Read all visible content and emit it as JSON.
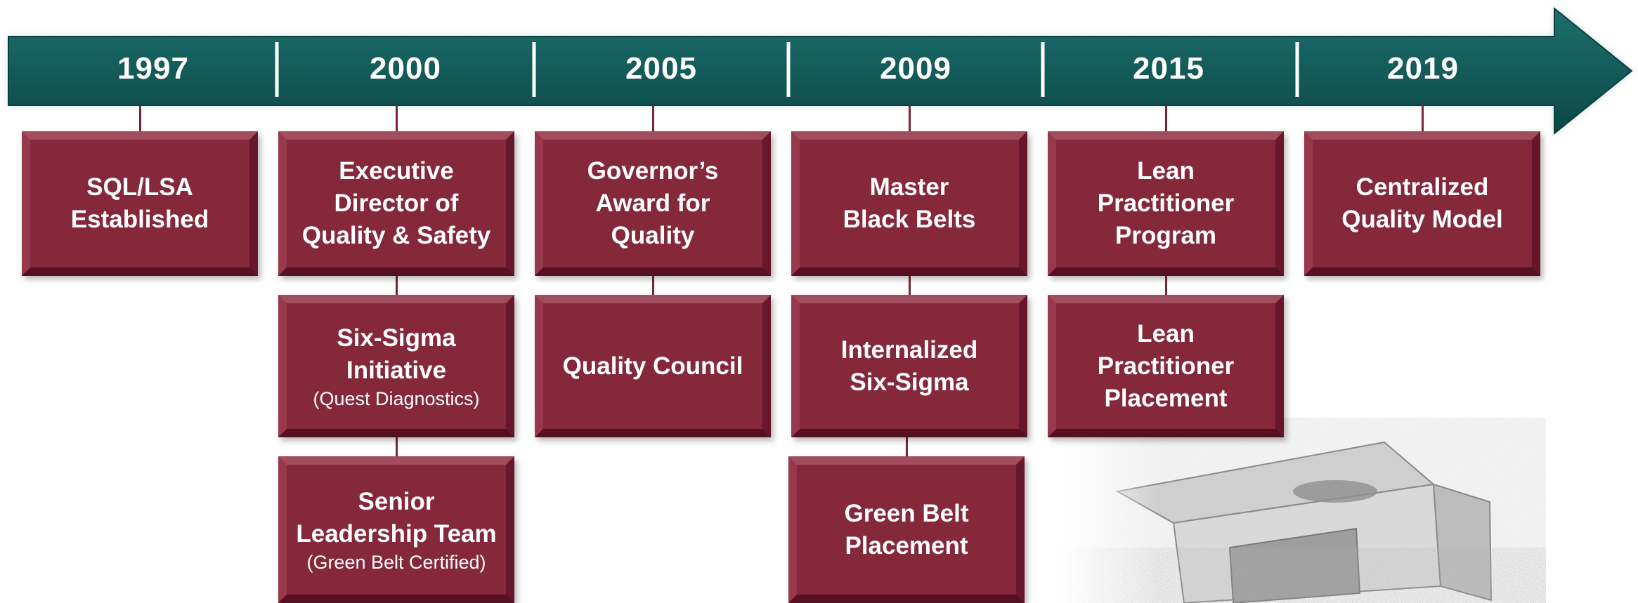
{
  "colors": {
    "arrow": "#135b59",
    "arrow_dark": "#0c4240",
    "box": "#84283a",
    "connector": "#7a2535"
  },
  "timeline": {
    "years": [
      "1997",
      "2000",
      "2005",
      "2009",
      "2015",
      "2019"
    ]
  },
  "milestones": [
    {
      "main": "SQL/LSA\nEstablished",
      "sub": ""
    },
    {
      "main": "Executive\nDirector of\nQuality & Safety",
      "sub": ""
    },
    {
      "main": "Six-Sigma\nInitiative",
      "sub": "(Quest Diagnostics)"
    },
    {
      "main": "Senior\nLeadership Team",
      "sub": "(Green Belt Certified)"
    },
    {
      "main": "Governor’s\nAward for\nQuality",
      "sub": ""
    },
    {
      "main": "Quality Council",
      "sub": ""
    },
    {
      "main": "Master\nBlack Belts",
      "sub": ""
    },
    {
      "main": "Internalized\nSix-Sigma",
      "sub": ""
    },
    {
      "main": "Green Belt\nPlacement",
      "sub": ""
    },
    {
      "main": "Lean\nPractitioner\nProgram",
      "sub": ""
    },
    {
      "main": "Lean\nPractitioner\nPlacement",
      "sub": ""
    },
    {
      "main": "Centralized\nQuality Model",
      "sub": ""
    }
  ],
  "decorations": {
    "building": "sketched-building-illustration"
  }
}
